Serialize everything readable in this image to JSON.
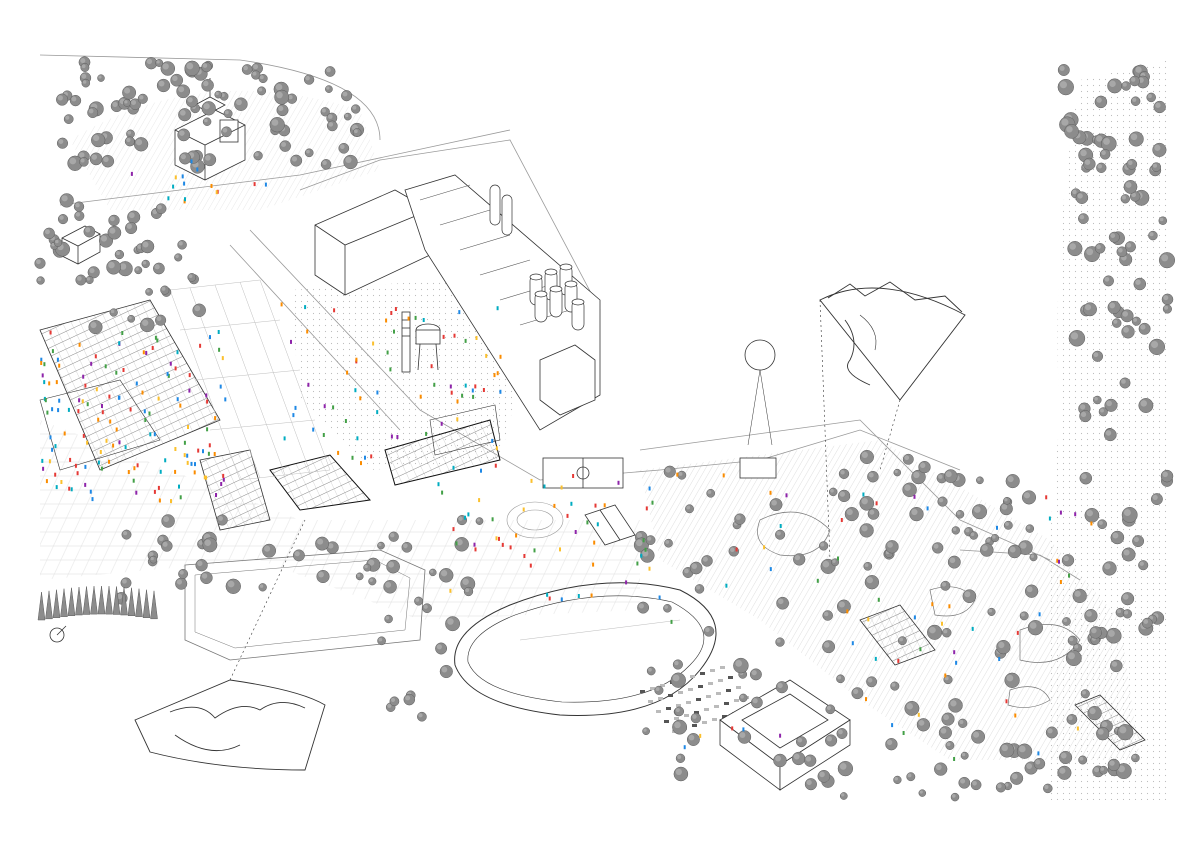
{
  "drawing": {
    "caption_text": "",
    "palette": {
      "line": "#3a3a3a",
      "light_line": "#9a9a9a",
      "tree_fill": "#8c8c8c",
      "tree_dark": "#5e5e5e",
      "ground_hatch": "#bdbdbd",
      "paper": "#ffffff"
    },
    "people_colors": [
      "#e53935",
      "#1e88e5",
      "#fbc02d",
      "#43a047",
      "#8e24aa",
      "#fb8c00",
      "#00acc1"
    ],
    "features": [
      "church-on-hill",
      "industrial-hall",
      "silo-cluster",
      "water-tower",
      "greenhouses",
      "football-court",
      "basketball-court",
      "running-track",
      "balloon",
      "mountain-vignette",
      "courtyard-building",
      "river-forest",
      "parking-lot",
      "compass-mark"
    ]
  }
}
